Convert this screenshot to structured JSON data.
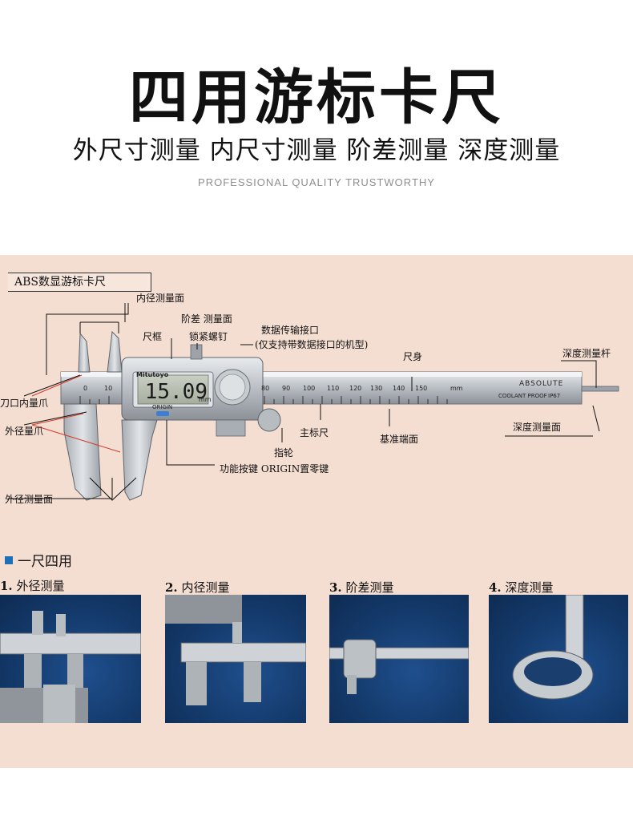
{
  "header": {
    "title": "四用游标卡尺",
    "subtitle": "外尺寸测量 内尺寸测量 阶差测量 深度测量",
    "tagline": "PROFESSIONAL QUALITY TRUSTWORTHY"
  },
  "diagram": {
    "label": "ABS数显游标卡尺",
    "callouts": {
      "inner_face": "内径测量面",
      "step_face": "阶差 测量面",
      "frame": "尺框",
      "lock_screw": "锁紧螺钉",
      "data_port": "数据传输接口",
      "data_port_note": "(仅支持带数据接口的机型)",
      "beam": "尺身",
      "depth_rod": "深度测量杆",
      "blade_inner_jaw": "刀口内量爪",
      "outer_jaw": "外径量爪",
      "outer_face": "外径测量面",
      "main_scale": "主标尺",
      "thumb_roller": "指轮",
      "reference_end": "基准端面",
      "depth_face": "深度测量面",
      "origin_key": "功能按键 ORIGIN置零键"
    },
    "display_value": "15.09",
    "display_unit": "mm",
    "brand": "Mitutoyo",
    "origin_label": "ORIGIN",
    "absolute_label": "ABSOLUTE",
    "coolant_label": "COOLANT PROOF",
    "ip_label": "IP67",
    "scale_numbers_left": [
      "0",
      "10"
    ],
    "scale_numbers_right": [
      "80",
      "90",
      "100",
      "110",
      "120",
      "130",
      "140",
      "150"
    ],
    "scale_unit": "mm"
  },
  "usage": {
    "title": "一尺四用",
    "items": [
      {
        "num": "1.",
        "label": "外径测量"
      },
      {
        "num": "2.",
        "label": "内径测量"
      },
      {
        "num": "3.",
        "label": "阶差测量"
      },
      {
        "num": "4.",
        "label": "深度测量"
      }
    ]
  }
}
